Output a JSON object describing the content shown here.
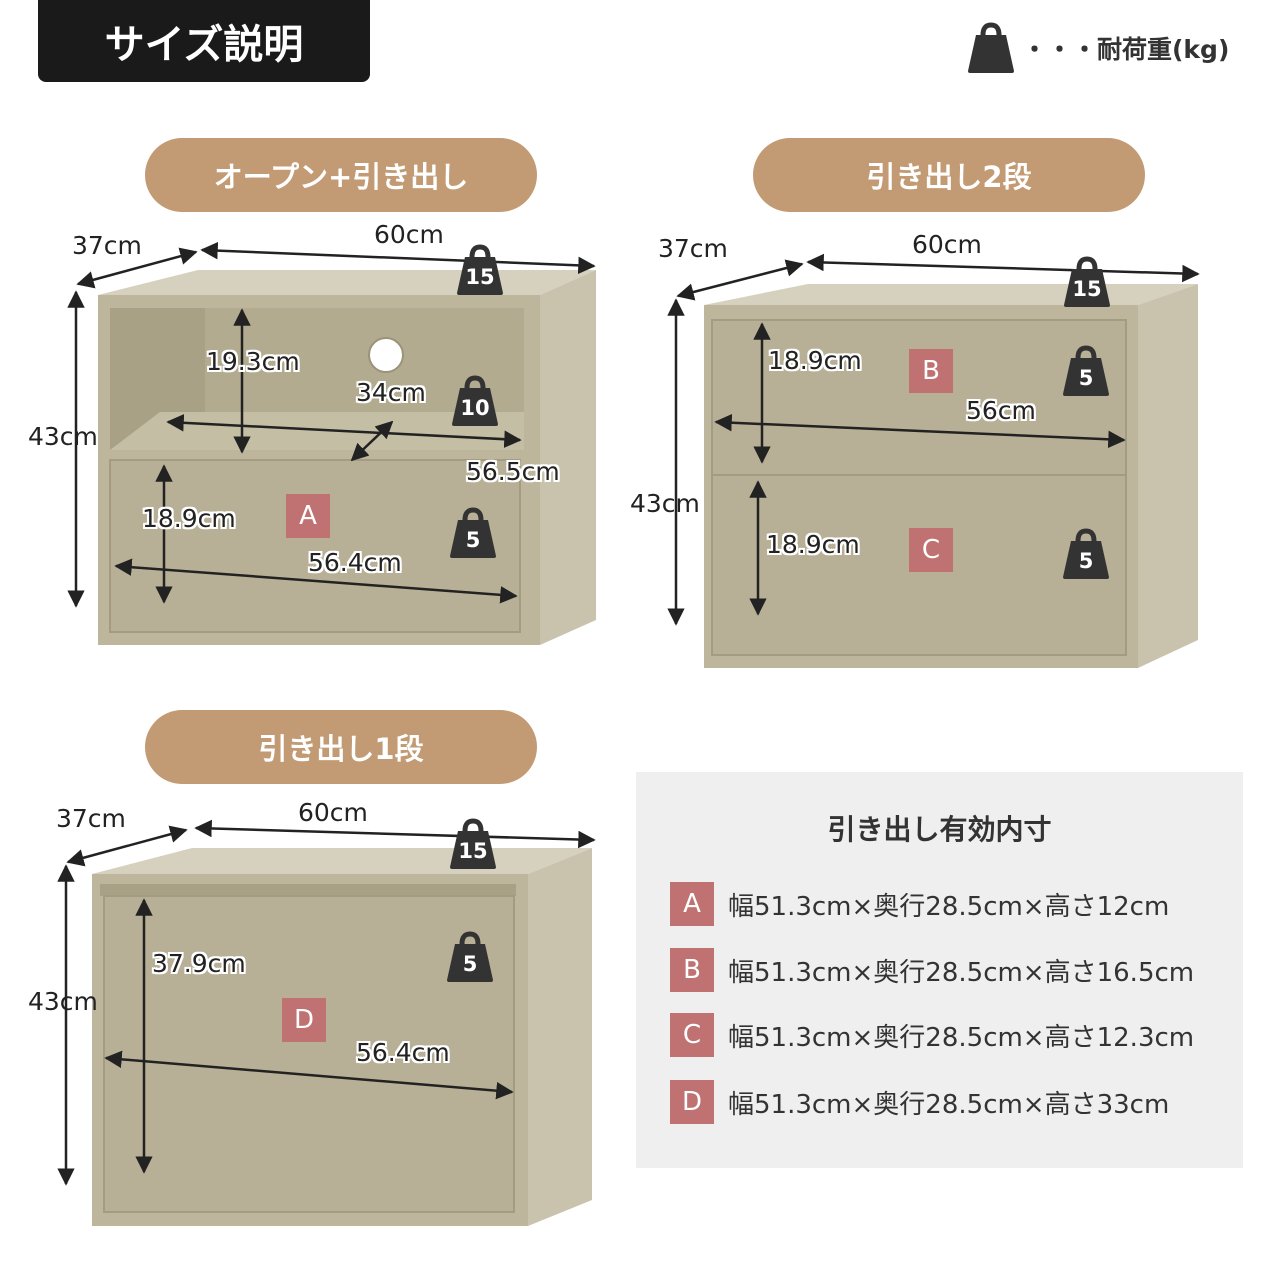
{
  "header": {
    "title": "サイズ説明",
    "legend_text": "・・・耐荷重(kg)",
    "legend_icon": "weight-icon"
  },
  "variants": [
    {
      "name": "オープン+引き出し",
      "width": "60cm",
      "depth": "37cm",
      "height": "43cm",
      "top_load": "15",
      "shelf_height": "19.3cm",
      "shelf_depth": "34cm",
      "shelf_width": "56.5cm",
      "shelf_load": "10",
      "drawer_height": "18.9cm",
      "drawer_width": "56.4cm",
      "drawer_letter": "A",
      "drawer_load": "5"
    },
    {
      "name": "引き出し2段",
      "width": "60cm",
      "depth": "37cm",
      "height": "43cm",
      "top_load": "15",
      "drawer1_height": "18.9cm",
      "drawer1_width": "56cm",
      "drawer1_letter": "B",
      "drawer1_load": "5",
      "drawer2_height": "18.9cm",
      "drawer2_letter": "C",
      "drawer2_load": "5"
    },
    {
      "name": "引き出し1段",
      "width": "60cm",
      "depth": "37cm",
      "height": "43cm",
      "top_load": "15",
      "drawer_height": "37.9cm",
      "drawer_width": "56.4cm",
      "drawer_letter": "D",
      "drawer_load": "5"
    }
  ],
  "inner_dims": {
    "title": "引き出し有効内寸",
    "rows": [
      {
        "letter": "A",
        "text": "幅51.3cm×奥行28.5cm×高さ12cm"
      },
      {
        "letter": "B",
        "text": "幅51.3cm×奥行28.5cm×高さ16.5cm"
      },
      {
        "letter": "C",
        "text": "幅51.3cm×奥行28.5cm×高さ12.3cm"
      },
      {
        "letter": "D",
        "text": "幅51.3cm×奥行28.5cm×高さ33cm"
      }
    ]
  },
  "colors": {
    "pill": "#c29a73",
    "letter_badge": "#c07272",
    "cabinet_front": "#b7b096",
    "cabinet_top": "#d6d1be",
    "cabinet_side": "#c9c3ad",
    "info_bg": "#efefef"
  }
}
